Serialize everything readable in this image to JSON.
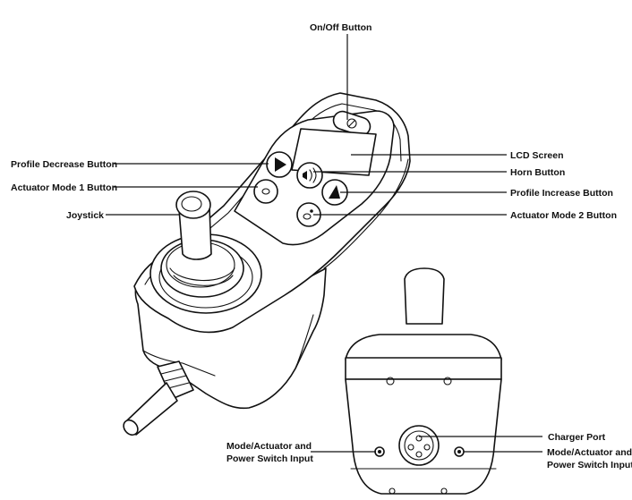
{
  "labels": {
    "on_off": "On/Off Button",
    "lcd": "LCD Screen",
    "horn": "Horn Button",
    "profile_decrease": "Profile Decrease Button",
    "profile_increase": "Profile Increase Button",
    "actuator1": "Actuator Mode 1 Button",
    "actuator2": "Actuator Mode 2 Button",
    "joystick": "Joystick",
    "charger": "Charger Port",
    "mode_left_1": "Mode/Actuator and",
    "mode_left_2": "Power Switch Input",
    "mode_right_1": "Mode/Actuator and",
    "mode_right_2": "Power Switch Input"
  },
  "colors": {
    "ink": "#111111",
    "paper": "#ffffff"
  },
  "icons": [
    "power-icon",
    "arrow-right-icon",
    "horn-icon",
    "arrow-left-icon",
    "actuator-1-icon",
    "actuator-2-icon"
  ]
}
